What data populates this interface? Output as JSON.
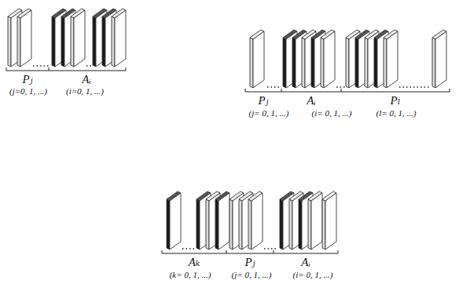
{
  "diagram": {
    "labels": [
      "Pⱼ",
      "Aᵢ",
      "(j=0, 1, ...)",
      "(i=0, 1, ...)",
      "Pⱼ",
      "Aᵢ",
      "Pₗ",
      "(j= 0, 1, ...)",
      "(i= 0, 1, ...)",
      "(l= 0, 1, ...)",
      "Aₖ",
      "Pⱼ",
      "Aᵢ",
      "(k= 0, 1, ...)",
      "(j= 0, 1, ...)",
      "(i= 0, 1, ...)"
    ]
  }
}
